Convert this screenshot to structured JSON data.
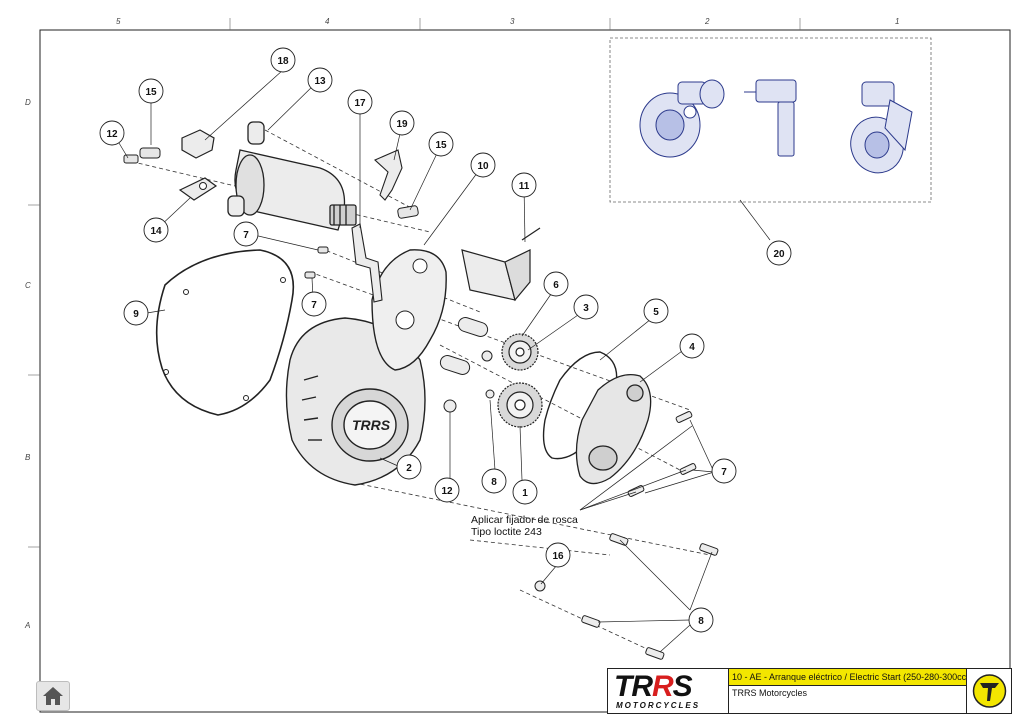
{
  "columns": [
    "5",
    "4",
    "3",
    "2",
    "1"
  ],
  "rows": [
    "D",
    "C",
    "B",
    "A"
  ],
  "callouts": {
    "c1": "1",
    "c2": "2",
    "c3": "3",
    "c4": "4",
    "c5": "5",
    "c6": "6",
    "c7a": "7",
    "c7b": "7",
    "c7c": "7",
    "c8a": "8",
    "c8b": "8",
    "c9": "9",
    "c10": "10",
    "c11": "11",
    "c12a": "12",
    "c12b": "12",
    "c13": "13",
    "c14": "14",
    "c15a": "15",
    "c15b": "15",
    "c16": "16",
    "c17": "17",
    "c18": "18",
    "c19": "19",
    "c20": "20"
  },
  "note": {
    "line1": "Aplicar fijador de rosca",
    "line2": "Tipo loctite 243"
  },
  "title_block": {
    "logo": "TRRS",
    "logo_sub": "MOTORCYCLES",
    "title": "10 - AE - Arranque eléctrico / Electric Start (250-280-300cc)",
    "company": "TRRS Motorcycles",
    "brand_icon": "trrs-t-icon"
  },
  "home_icon": "home-icon",
  "colors": {
    "title_yellow": "#f3e600",
    "logo_red": "#d81e1e",
    "line": "#222222",
    "part_fill": "#e9e9e9",
    "thumb_blue": "#2c3a8c"
  }
}
